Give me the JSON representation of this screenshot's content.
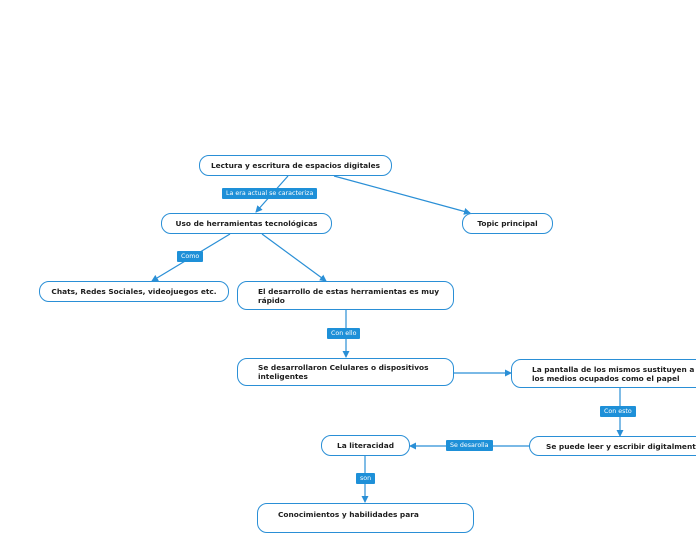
{
  "colors": {
    "line": "#2a8fd6",
    "tag_bg": "#1e90d8",
    "text": "#1d1d1d"
  },
  "nodes": {
    "lectura": "Lectura y escritura de espacios digitales",
    "uso": "Uso de herramientas tecnológicas",
    "topic": "Topic principal",
    "chats": "Chats, Redes Sociales, videojuegos etc.",
    "desarrollo": "El desarrollo de estas herramientas es muy rápido",
    "celulares": "Se desarrollaron Celulares o dispositivos inteligentes",
    "pantalla": "La pantalla de los mismos sustituyen a los medios ocupados como el papel",
    "leer": "Se puede leer y escribir digitalmente",
    "literacidad": "La literacidad",
    "conocimientos": "Conocimientos y habilidades para"
  },
  "labels": {
    "era": "La era actual se caracteriza",
    "como": "Como",
    "con_ello": "Con ello",
    "con_esto": "Con esto",
    "se_desarolla": "Se desarolla",
    "son": "son"
  }
}
